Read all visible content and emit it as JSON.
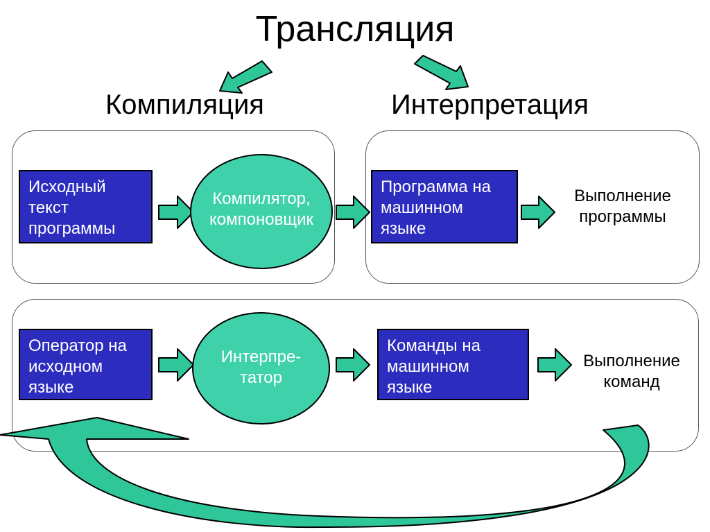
{
  "title": "Трансляция",
  "headings": {
    "compilation": "Компиляция",
    "interpretation": "Интерпретация"
  },
  "compile_row": {
    "source_box": "Исходный\nтекст\nпрограммы",
    "compiler_ellipse": "Компилятор,\nкомпоновщик",
    "machine_box": "Программа на\nмашинном\nязыке",
    "result_text": "Выполнение\nпрограммы"
  },
  "interpret_row": {
    "source_box": "Оператор на\nисходном\nязыке",
    "interpreter_ellipse": "Интерпре-\nтатор",
    "machine_box": "Команды на\nмашинном\nязыке",
    "result_text": "Выполнение\nкоманд"
  },
  "colors": {
    "box_fill": "#2c2cbf",
    "ellipse_fill": "#3fd2aa",
    "arrow_fill": "#2fc79a",
    "panel_border": "#555555"
  },
  "icons": {
    "flow_arrow": "block-arrow-right",
    "loop_arrow": "curved-return-arrow"
  }
}
